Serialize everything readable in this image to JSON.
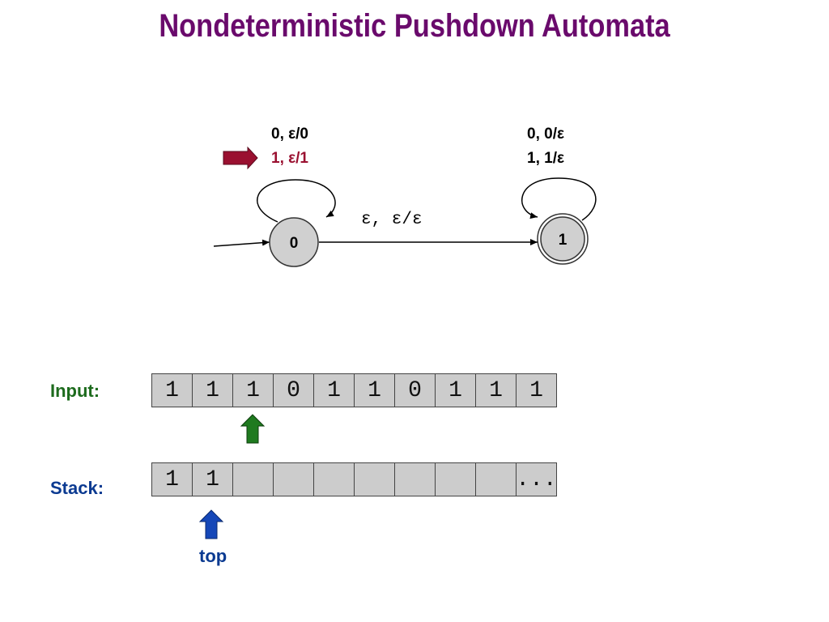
{
  "title": "Nondeterministic Pushdown Automata",
  "colors": {
    "title": "#6a0a6c",
    "highlight": "#9a1030",
    "input_label": "#1d6b1d",
    "input_arrow": "#1f7a1f",
    "stack_label": "#0b3a91",
    "stack_arrow": "#1547b8",
    "cell_fill": "#cccccc",
    "state_fill": "#d0d0d0"
  },
  "automaton": {
    "states": [
      {
        "id": "q0",
        "label": "0",
        "accepting": false,
        "initial": true
      },
      {
        "id": "q1",
        "label": "1",
        "accepting": true,
        "initial": false
      }
    ],
    "q0_loop": {
      "line1": "0, ε/0",
      "line2": "1, ε/1"
    },
    "q1_loop": {
      "line1": "0, 0/ε",
      "line2": "1, 1/ε"
    },
    "transition_q0_q1": "ε, ε/ε",
    "highlighted_transition": "1, ε/1"
  },
  "input": {
    "label": "Input:",
    "cells": [
      "1",
      "1",
      "1",
      "0",
      "1",
      "1",
      "0",
      "1",
      "1",
      "1"
    ],
    "head_index": 2
  },
  "stack": {
    "label": "Stack:",
    "cells": [
      "1",
      "1",
      "",
      "",
      "",
      "",
      "",
      "",
      "",
      "..."
    ],
    "top_index": 1,
    "top_label": "top"
  }
}
